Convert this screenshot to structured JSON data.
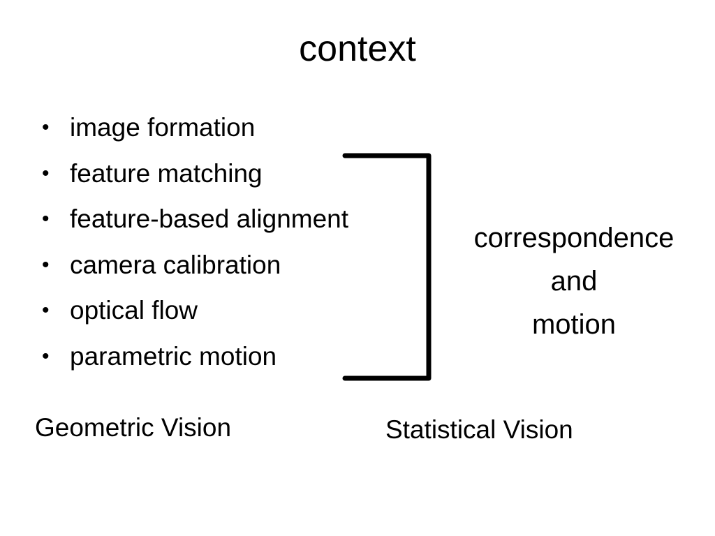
{
  "slide": {
    "title": "context",
    "bullets": [
      "image formation",
      "feature matching",
      "feature-based alignment",
      "camera calibration",
      "optical flow",
      "parametric motion"
    ],
    "bracket_label": {
      "line1": "correspondence",
      "line2": "and",
      "line3": "motion"
    },
    "caption_left": "Geometric Vision",
    "caption_right": "Statistical Vision",
    "colors": {
      "background": "#ffffff",
      "text": "#000000",
      "bracket": "#000000"
    }
  }
}
